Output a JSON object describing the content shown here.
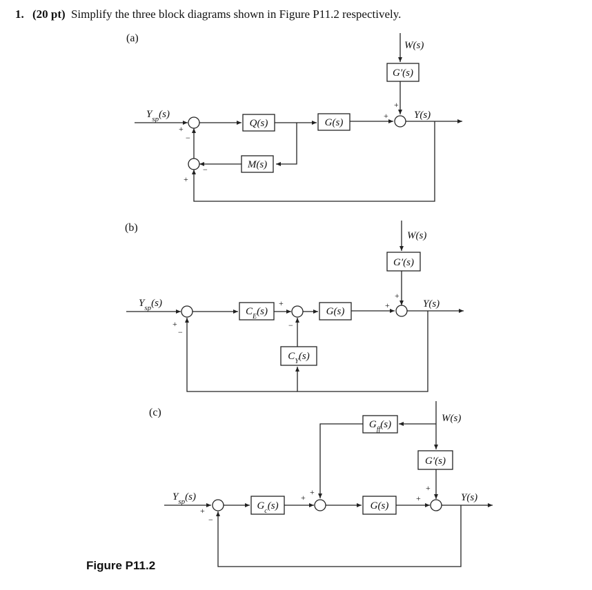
{
  "question": {
    "number": "1.",
    "points": "(20 pt)",
    "text": "Simplify the three block diagrams shown in Figure P11.2 respectively."
  },
  "figure_caption": "Figure P11.2",
  "parts": {
    "a": {
      "label": "(a)",
      "input": "Ysp(s)",
      "output": "Y(s)",
      "disturbance": "W(s)",
      "blocks": {
        "q": "Q(s)",
        "g": "G(s)",
        "m": "M(s)",
        "gprime": "G′(s)"
      },
      "signs": [
        "+",
        "−",
        "−",
        "+",
        "+",
        "+"
      ]
    },
    "b": {
      "label": "(b)",
      "input": "Ysp(s)",
      "output": "Y(s)",
      "disturbance": "W(s)",
      "blocks": {
        "ce": "CE(s)",
        "g": "G(s)",
        "cy": "CY(s)",
        "gprime": "G′(s)"
      },
      "signs": [
        "+",
        "−",
        "+",
        "−",
        "+",
        "+"
      ]
    },
    "c": {
      "label": "(c)",
      "input": "Ysp(s)",
      "output": "Y(s)",
      "disturbance": "W(s)",
      "blocks": {
        "gc": "Gc(s)",
        "g": "G(s)",
        "gff": "Gff(s)",
        "gprime": "G′(s)"
      },
      "signs": [
        "+",
        "−",
        "+",
        "+",
        "+",
        "+"
      ]
    }
  }
}
